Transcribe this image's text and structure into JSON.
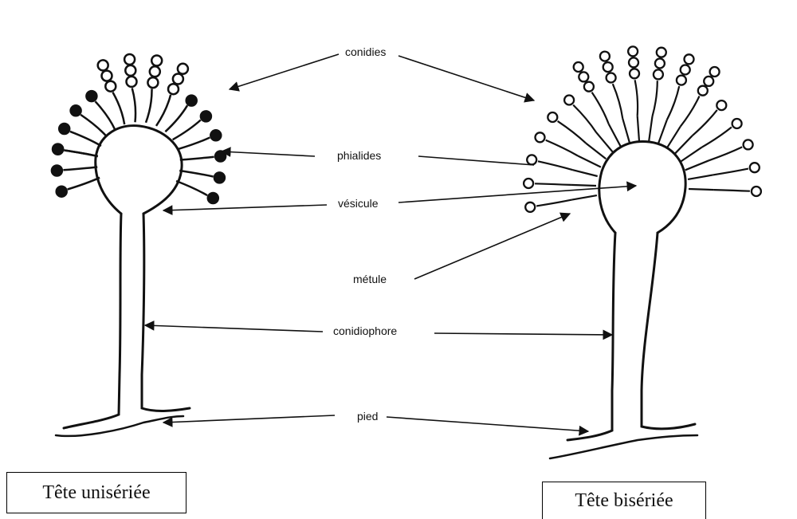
{
  "labels": {
    "conidies": "conidies",
    "phialides": "phialides",
    "vesicule": "vésicule",
    "metule": "métule",
    "conidiophore": "conidiophore",
    "pied": "pied"
  },
  "captions": {
    "left": "Tête unisériée",
    "right": "Tête bisériée"
  },
  "colors": {
    "ink": "#111111",
    "background": "#ffffff"
  }
}
